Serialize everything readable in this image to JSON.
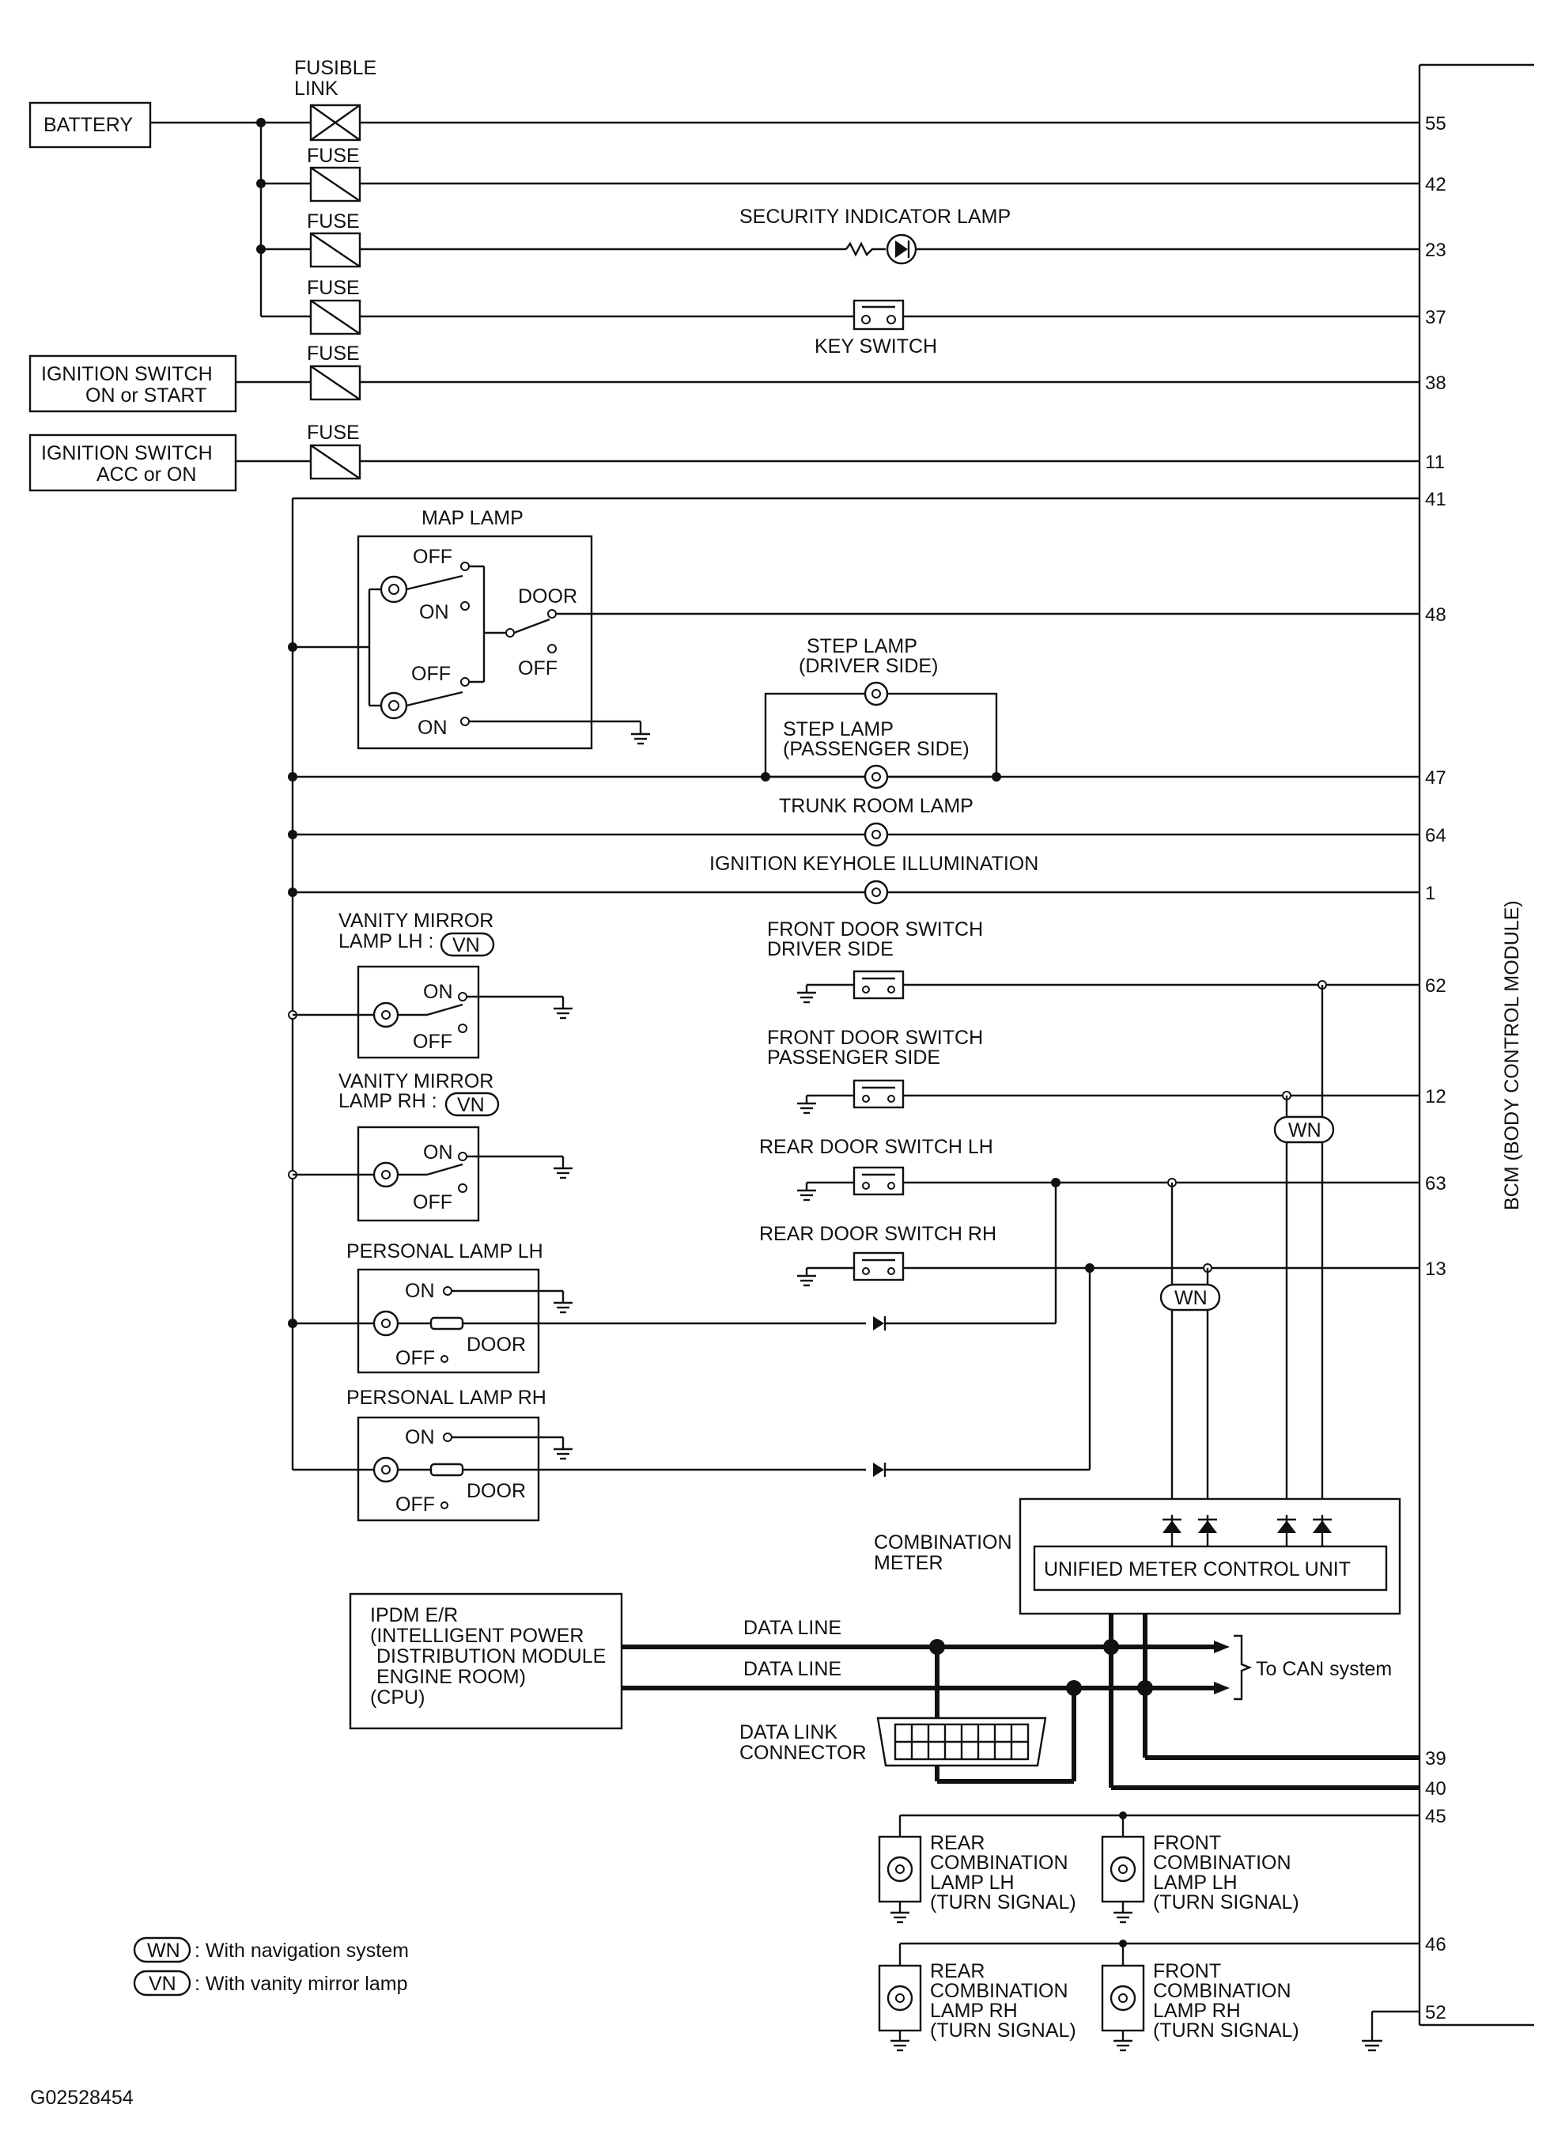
{
  "labels": {
    "battery": "BATTERY",
    "fusible_link_1": "FUSIBLE",
    "fusible_link_2": "LINK",
    "fuse": "FUSE",
    "security_indicator": "SECURITY INDICATOR LAMP",
    "key_switch": "KEY SWITCH",
    "ign_on_start_1": "IGNITION SWITCH",
    "ign_on_start_2": "ON or START",
    "ign_acc_on_1": "IGNITION SWITCH",
    "ign_acc_on_2": "ACC or ON",
    "map_lamp": "MAP LAMP",
    "off": "OFF",
    "on": "ON",
    "door": "DOOR",
    "step_lamp_driver_1": "STEP LAMP",
    "step_lamp_driver_2": "(DRIVER SIDE)",
    "step_lamp_pass_1": "STEP LAMP",
    "step_lamp_pass_2": "(PASSENGER SIDE)",
    "trunk_room_lamp": "TRUNK ROOM LAMP",
    "ignition_keyhole": "IGNITION KEYHOLE ILLUMINATION",
    "vanity_lh_1": "VANITY MIRROR",
    "vanity_lh_2": "LAMP LH :",
    "vanity_rh_1": "VANITY MIRROR",
    "vanity_rh_2": "LAMP RH :",
    "vn": "VN",
    "wn": "WN",
    "fds_driver_1": "FRONT DOOR SWITCH",
    "fds_driver_2": "DRIVER SIDE",
    "fds_pass_1": "FRONT DOOR SWITCH",
    "fds_pass_2": "PASSENGER SIDE",
    "rds_lh": "REAR DOOR SWITCH LH",
    "rds_rh": "REAR DOOR SWITCH RH",
    "personal_lh": "PERSONAL LAMP LH",
    "personal_rh": "PERSONAL LAMP RH",
    "combination_meter_1": "COMBINATION",
    "combination_meter_2": "METER",
    "unified_meter": "UNIFIED METER CONTROL UNIT",
    "ipdm_1": "IPDM E/R",
    "ipdm_2": "(INTELLIGENT POWER",
    "ipdm_3": "DISTRIBUTION MODULE",
    "ipdm_4": "ENGINE ROOM)",
    "ipdm_5": "(CPU)",
    "data_line": "DATA LINE",
    "to_can": "To CAN system",
    "dlc_1": "DATA LINK",
    "dlc_2": "CONNECTOR",
    "rear_comb_lh_1": "REAR",
    "rear_comb_lh_2": "COMBINATION",
    "rear_comb_lh_3": "LAMP LH",
    "rear_comb_lh_4": "(TURN SIGNAL)",
    "front_comb_lh_1": "FRONT",
    "front_comb_lh_2": "COMBINATION",
    "front_comb_lh_3": "LAMP LH",
    "front_comb_lh_4": "(TURN SIGNAL)",
    "rear_comb_rh_1": "REAR",
    "rear_comb_rh_2": "COMBINATION",
    "rear_comb_rh_3": "LAMP RH",
    "rear_comb_rh_4": "(TURN SIGNAL)",
    "front_comb_rh_1": "FRONT",
    "front_comb_rh_2": "COMBINATION",
    "front_comb_rh_3": "LAMP RH",
    "front_comb_rh_4": "(TURN SIGNAL)",
    "bcm": "BCM (BODY CONTROL MODULE)",
    "legend_wn": ": With navigation system",
    "legend_vn": ": With vanity mirror lamp",
    "figure_id": "G02528454"
  },
  "pins": [
    "55",
    "42",
    "23",
    "37",
    "38",
    "11",
    "41",
    "48",
    "47",
    "64",
    "1",
    "62",
    "12",
    "63",
    "13",
    "39",
    "40",
    "45",
    "46",
    "52"
  ]
}
